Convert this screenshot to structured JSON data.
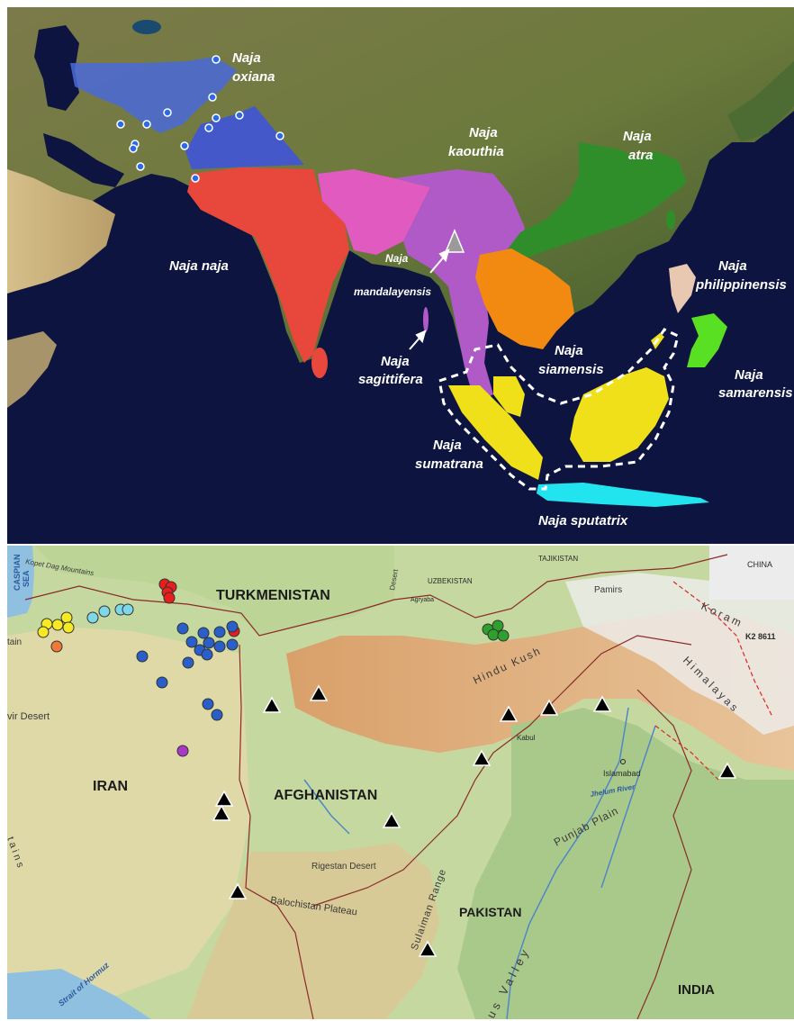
{
  "top_map": {
    "species_labels": {
      "oxiana": [
        "Naja",
        "oxiana"
      ],
      "kaouthia": [
        "Naja",
        "kaouthia"
      ],
      "atra": [
        "Naja",
        "atra"
      ],
      "naja": "Naja naja",
      "mandalayensis": [
        "Naja",
        "mandalayensis"
      ],
      "philippinensis": [
        "Naja",
        "philippinensis"
      ],
      "sagittifera": [
        "Naja",
        "sagittifera"
      ],
      "siamensis": [
        "Naja",
        "siamensis"
      ],
      "samarensis": [
        "Naja",
        "samarensis"
      ],
      "sumatrana": [
        "Naja",
        "sumatrana"
      ],
      "sputatrix": "Naja sputatrix"
    },
    "range_colors": {
      "oxiana": "#4a6ad8",
      "naja": "#e8483c",
      "kaouthia": "#b05ac8",
      "pink": "#e05ac0",
      "atra": "#2f8e2a",
      "siamensis": "#f28a12",
      "philippinensis": "#e8c8b0",
      "samarensis": "#5ae022",
      "sumatrana": "#f0e01a",
      "sputatrix": "#22e4ee"
    }
  },
  "bottom_map": {
    "countries": {
      "turkmenistan": "TURKMENISTAN",
      "iran": "IRAN",
      "afghanistan": "AFGHANISTAN",
      "pakistan": "PAKISTAN",
      "india": "INDIA",
      "uzbekistan": "UZBEKISTAN",
      "tajikistan": "TAJIKISTAN",
      "china": "CHINA"
    },
    "water": {
      "caspian_1": "CASPIAN",
      "caspian_2": "SEA",
      "hormuz": "Strait of Hormuz",
      "jhelum": "Jhelum River"
    },
    "places": {
      "kabul": "Kabul",
      "islamabad": "Islamabad",
      "k2": "K2 8611",
      "aqrabad": "Agryaba"
    },
    "terrain": {
      "kopet_dag": "Kopet Dag Mountains",
      "pamirs": "Pamirs",
      "koram": "Koram",
      "hindu_kush": "Hindu Kush",
      "himalayas": "Himalayas",
      "dasht": "vir Desert",
      "mtn_left": "tain",
      "zagros": "tains",
      "punjab": "Punjab Plain",
      "rigestan": "Rigestan Desert",
      "balochistan": "Balochistan Plateau",
      "sulaiman": "Sulaiman Range",
      "indus": "us Valley",
      "desert_top": "Desert"
    },
    "marker_colors": {
      "red": "#e81e1e",
      "yellow": "#f8ea22",
      "orange": "#f07838",
      "cyan": "#7ed8e8",
      "blue": "#2a5ec8",
      "purple": "#a838c8",
      "green": "#2ea02e",
      "triangle": "#000000"
    }
  }
}
